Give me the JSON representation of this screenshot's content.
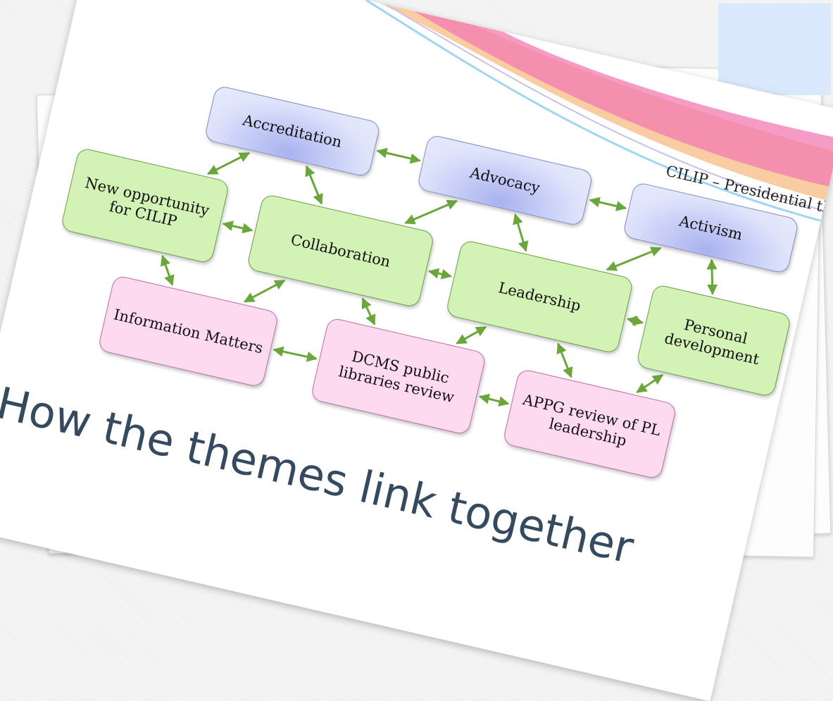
{
  "header": {
    "text": "CILIP – Presidential ther"
  },
  "title": "How the themes link together",
  "nodes": [
    {
      "id": "accreditation",
      "label": "Accreditation",
      "color": "blue"
    },
    {
      "id": "advocacy",
      "label": "Advocacy",
      "color": "blue"
    },
    {
      "id": "activism",
      "label": "Activism",
      "color": "blue"
    },
    {
      "id": "new-opportunity",
      "label": "New opportunity for CILIP",
      "color": "green"
    },
    {
      "id": "collaboration",
      "label": "Collaboration",
      "color": "green"
    },
    {
      "id": "leadership",
      "label": "Leadership",
      "color": "green"
    },
    {
      "id": "personal-development",
      "label": "Personal development",
      "color": "green"
    },
    {
      "id": "information-matters",
      "label": "Information Matters",
      "color": "pink"
    },
    {
      "id": "dcms-review",
      "label": "DCMS public libraries review",
      "color": "pink"
    },
    {
      "id": "appg-review",
      "label": "APPG review of PL leadership",
      "color": "pink"
    }
  ],
  "edges": [
    [
      "accreditation",
      "advocacy"
    ],
    [
      "accreditation",
      "new-opportunity"
    ],
    [
      "accreditation",
      "collaboration"
    ],
    [
      "advocacy",
      "activism"
    ],
    [
      "advocacy",
      "collaboration"
    ],
    [
      "advocacy",
      "leadership"
    ],
    [
      "new-opportunity",
      "collaboration"
    ],
    [
      "new-opportunity",
      "information-matters"
    ],
    [
      "collaboration",
      "leadership"
    ],
    [
      "collaboration",
      "information-matters"
    ],
    [
      "collaboration",
      "dcms-review"
    ],
    [
      "activism",
      "leadership"
    ],
    [
      "activism",
      "personal-development"
    ],
    [
      "leadership",
      "personal-development"
    ],
    [
      "leadership",
      "dcms-review"
    ],
    [
      "leadership",
      "appg-review"
    ],
    [
      "personal-development",
      "appg-review"
    ],
    [
      "information-matters",
      "dcms-review"
    ],
    [
      "dcms-review",
      "appg-review"
    ]
  ],
  "colors": {
    "arrow": "#6aa63a",
    "blue_fill": "#dfe4fb",
    "green_fill": "#d3f2b6",
    "pink_fill": "#fddaf0",
    "title": "#354a5f",
    "swoosh_pink": "#f27bb3",
    "swoosh_orange": "#f7c089",
    "swoosh_blue": "#9fd6ef"
  }
}
